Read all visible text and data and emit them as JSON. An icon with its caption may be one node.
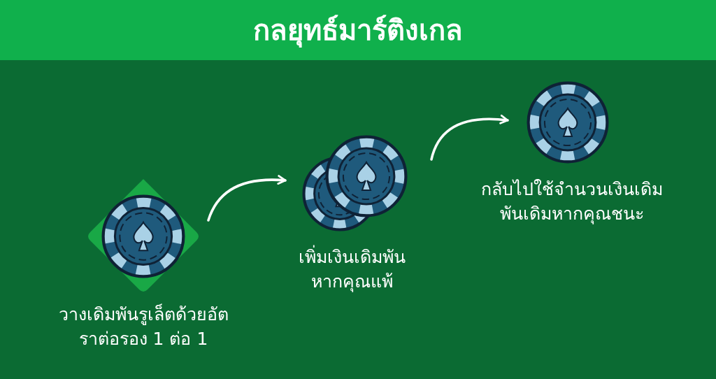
{
  "diagram": {
    "title": "กลยุทธ์มาร์ติงเกล",
    "nodes": [
      {
        "text": [],
        "shape": "picture",
        "beside": [
          "วางเดิมพันรูเล็ตด้วยอัตราต่อรอง 1 ต่อ 1"
        ]
      },
      {
        "text": [],
        "shape": "picture",
        "beside": [
          "เพิ่มเงินเดิมพันหากคุณแพ้"
        ]
      },
      {
        "text": [],
        "shape": "picture",
        "beside": [
          "กลับไปใช้จำนวนเงินเดิมพันเดิมหากคุณชนะ"
        ]
      }
    ],
    "edges": [
      {
        "from": 0,
        "to": 1,
        "arrow": "to"
      },
      {
        "from": 1,
        "to": 2,
        "arrow": "to"
      }
    ]
  }
}
